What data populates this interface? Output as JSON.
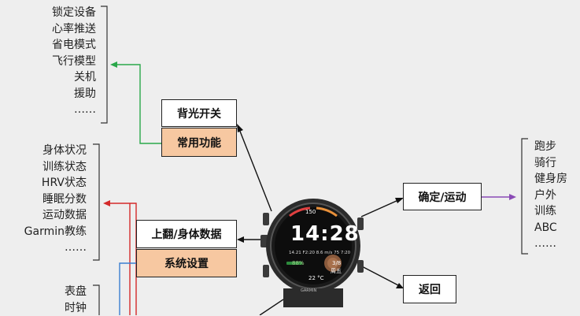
{
  "left_top_list": [
    "锁定设备",
    "心率推送",
    "省电模式",
    "飞行模型",
    "关机",
    "援助",
    "……"
  ],
  "left_mid_list": [
    "身体状况",
    "训练状态",
    "HRV状态",
    "睡眠分数",
    "运动数据",
    "Garmin教练",
    "……"
  ],
  "left_bottom_list": [
    "表盘",
    "时钟"
  ],
  "right_list": [
    "跑步",
    "骑行",
    "健身房",
    "户外",
    "训练",
    "ABC",
    "……"
  ],
  "buttons": {
    "backlight": "背光开关",
    "common": "常用功能",
    "up_body": "上翻/身体数据",
    "system": "系统设置",
    "confirm": "确定/运动",
    "back": "返回"
  },
  "watch": {
    "time": "14:28",
    "top_value": "150",
    "date": "3/8",
    "weekday": "周五",
    "temperature": "22 °C",
    "battery": "88%",
    "brand": "GARMIN",
    "stats_line": "14.21  F2:20  8.6 m/s  75  7:20"
  },
  "colors": {
    "green_line": "#2aa84a",
    "red_line": "#d42a2a",
    "blue_line": "#3a7fd0",
    "purple_line": "#8a4ab5",
    "box_orange": "#f7c8a1"
  }
}
